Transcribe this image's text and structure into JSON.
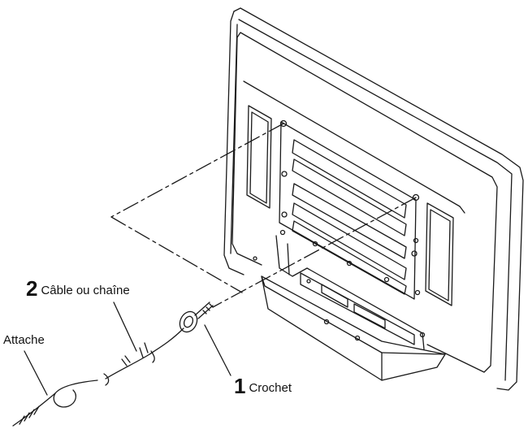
{
  "callouts": {
    "cable": {
      "number": "2",
      "text": "Câble ou chaîne"
    },
    "attache": {
      "text": "Attache"
    },
    "crochet": {
      "number": "1",
      "text": "Crochet"
    }
  },
  "colors": {
    "line": "#1a1a1a",
    "background": "#ffffff"
  }
}
